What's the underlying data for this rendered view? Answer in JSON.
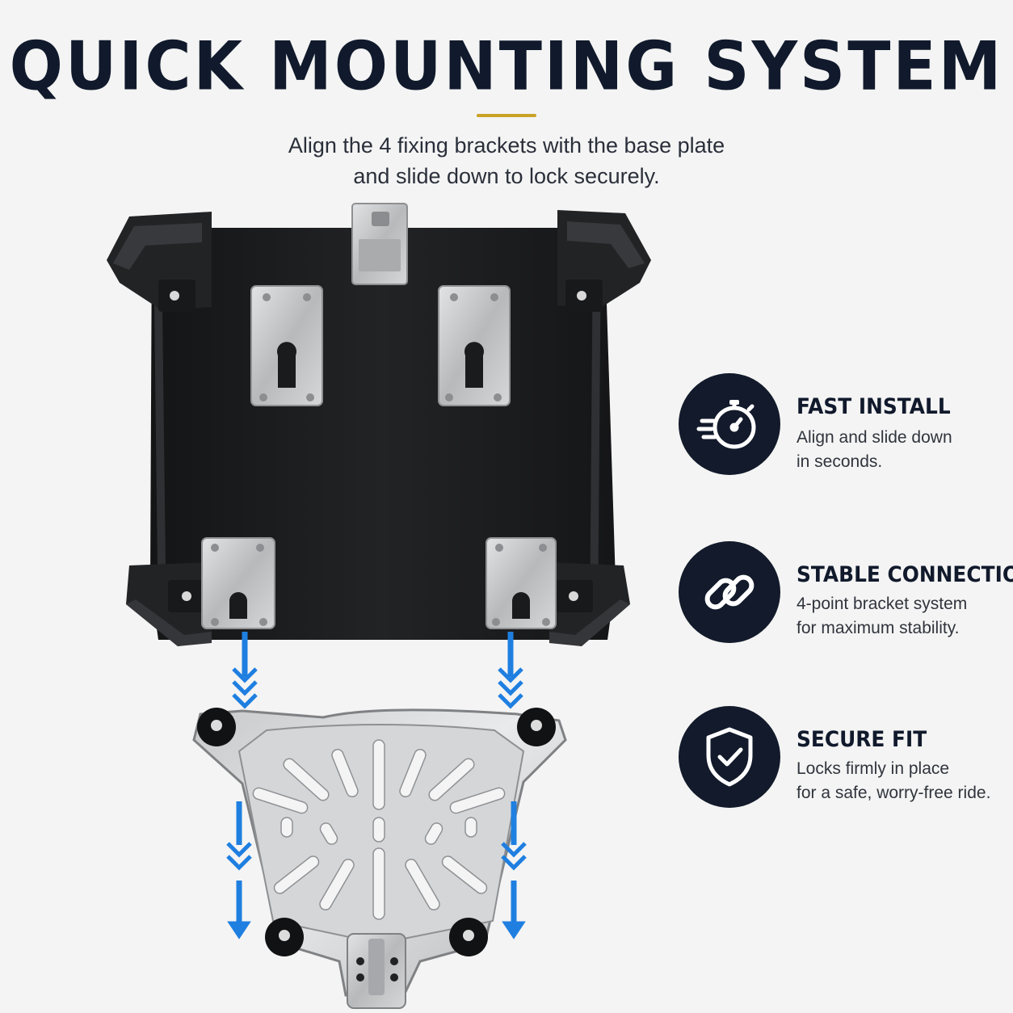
{
  "header": {
    "title": "QUICK MOUNTING SYSTEM",
    "subtitle_line1": "Align the 4 fixing brackets with the base plate",
    "subtitle_line2": "and slide down to lock securely."
  },
  "colors": {
    "accent": "#c9a227",
    "navy": "#121a2b",
    "arrow_blue": "#1f7fe0",
    "case_black": "#1b1c1e",
    "steel": "#c9cbcd"
  },
  "features": [
    {
      "icon": "stopwatch-icon",
      "title": "FAST INSTALL",
      "line1": "Align and slide down",
      "line2": "in seconds."
    },
    {
      "icon": "chain-link-icon",
      "title": "STABLE CONNECTION",
      "line1": "4-point bracket system",
      "line2": "for maximum stability."
    },
    {
      "icon": "shield-check-icon",
      "title": "SECURE FIT",
      "line1": "Locks firmly in place",
      "line2": "for a safe, worry-free ride."
    }
  ]
}
